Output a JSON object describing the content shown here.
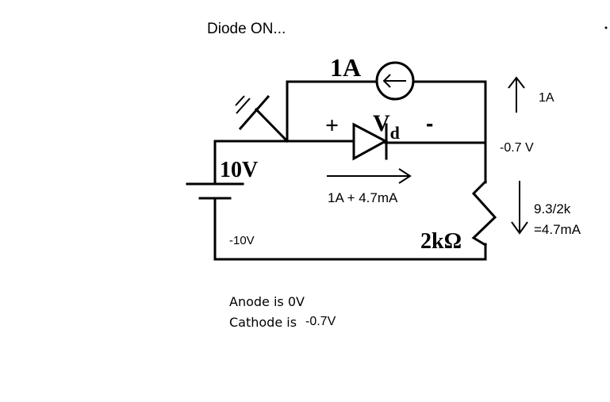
{
  "title": "Diode ON...",
  "source_current_label": "1A",
  "source_voltage_label": "10V",
  "plus_sign": "+",
  "minus_sign": "-",
  "diode_label_main": "V",
  "diode_label_sub": "d",
  "diode_current_label": "1A + 4.7mA",
  "negative_node_label": "-10V",
  "resistor_label": "2kΩ",
  "right_current_label": "1A",
  "cathode_voltage_label": "-0.7 V",
  "resistor_current_line1": "9.3/2k",
  "resistor_current_line2": "=4.7mA",
  "notes": {
    "anode_text": "Anode is 0V",
    "cathode_text": "Cathode is",
    "cathode_value": "-0.7V"
  }
}
